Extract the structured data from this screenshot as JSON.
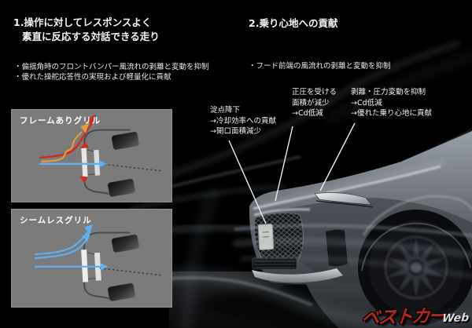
{
  "left_section": {
    "heading_line1": "1.操作に対してレスポンスよく",
    "heading_line2": "素直に反応する対話できる走り",
    "bullets": [
      "・偏揺角時のフロントバンパー風流れの剥離と変動を抑制",
      "・優れた操舵応答性の実現および軽量化に貢献"
    ]
  },
  "right_section": {
    "heading": "2.乗り心地への貢献",
    "bullets": [
      "・フード前端の風流れの剥離と変動を抑制"
    ]
  },
  "annotations": [
    {
      "id": "stagnation-point-drop",
      "lines": [
        "淀点降下",
        "→冷却効率への貢献",
        "→開口面積減少"
      ]
    },
    {
      "id": "positive-pressure-area",
      "lines": [
        "正圧を受ける",
        "面積が減少",
        "→Cd低減"
      ]
    },
    {
      "id": "separation-suppression",
      "lines": [
        "剥離・圧力変動を抑制",
        "→Cd低減",
        "→優れた乗り心地に貢献"
      ]
    }
  ],
  "diagrams": [
    {
      "label": "フレームありグリル"
    },
    {
      "label": "シームレスグリル"
    }
  ],
  "logo": {
    "main": "ベストカー",
    "sub": "Web"
  },
  "colors": {
    "background": "#000000",
    "text": "#f2f2f2",
    "panel_gray": "#7b7b7b",
    "leader_line": "#ececec",
    "flow_blue": "#5fb0f2",
    "flow_red": "#cd2a1e",
    "flow_orange": "#e69c38",
    "logo_red": "#b2271f",
    "car_body": "#8a9097"
  }
}
